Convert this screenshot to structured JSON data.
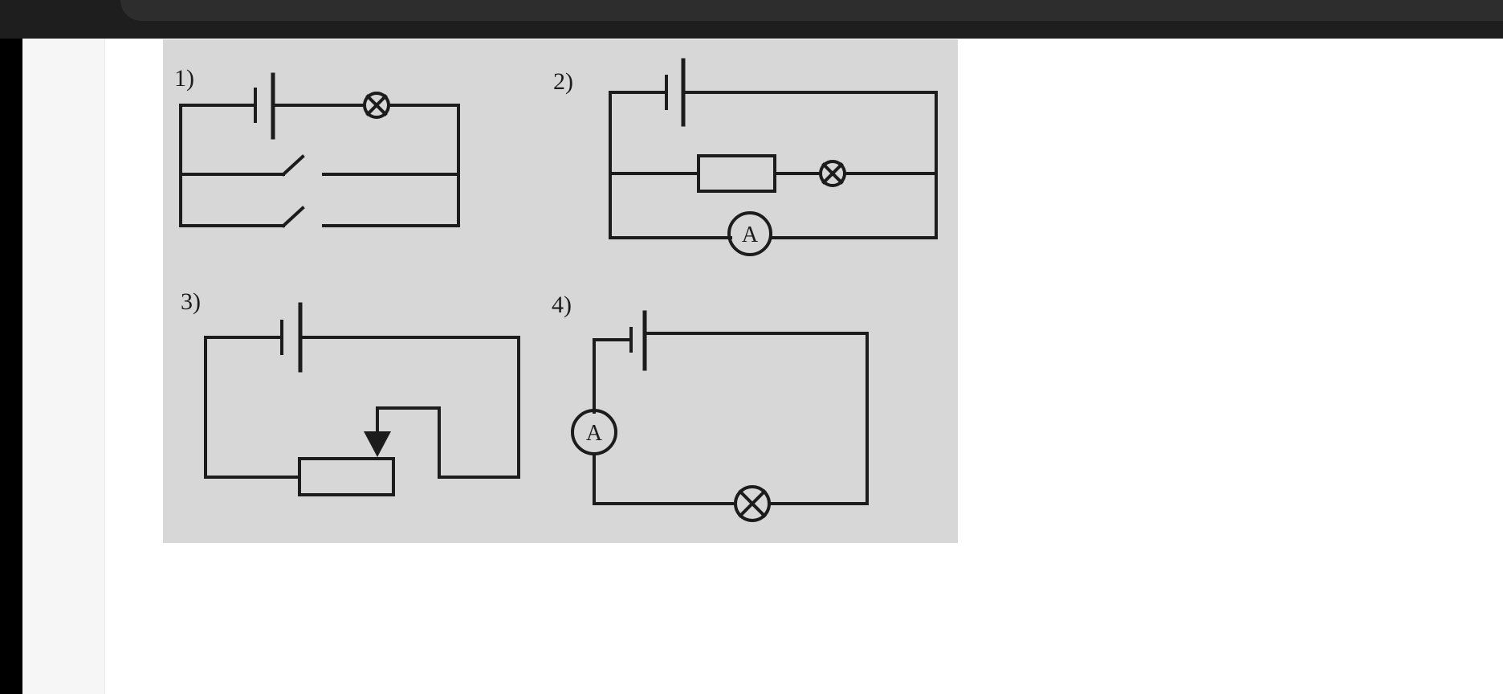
{
  "window": {
    "background": "#ffffff",
    "topbar_color": "#1e1e1e"
  },
  "figure": {
    "background": "#d7d7d7",
    "line_color": "#1c1c1c",
    "panels": [
      {
        "label": "1)"
      },
      {
        "label": "2)"
      },
      {
        "label": "3)"
      },
      {
        "label": "4)"
      }
    ],
    "meter_symbol": "A"
  }
}
